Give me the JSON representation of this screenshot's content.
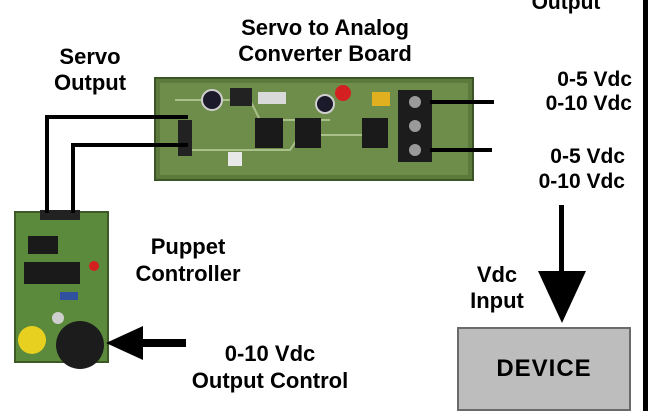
{
  "board": {
    "title_line1": "Servo to Analog",
    "title_line2": "Converter Board"
  },
  "servo_output": {
    "line1": "Servo",
    "line2": "Output"
  },
  "top_right_partial": "Output",
  "output_upper": {
    "line1": "0-5 Vdc",
    "line2": "0-10 Vdc"
  },
  "output_lower": {
    "line1": "0-5 Vdc",
    "line2": "0-10 Vdc"
  },
  "puppet_controller": {
    "line1": "Puppet",
    "line2": "Controller"
  },
  "vdc_input": {
    "line1": "Vdc",
    "line2": "Input"
  },
  "output_control": {
    "line1": "0-10 Vdc",
    "line2": "Output Control"
  },
  "device": {
    "label": "DEVICE"
  },
  "colors": {
    "pcb_green": "#5c7a3c",
    "pcb_light": "#8ea86a",
    "device_fill": "#bdbdbd",
    "wire": "#000000"
  }
}
